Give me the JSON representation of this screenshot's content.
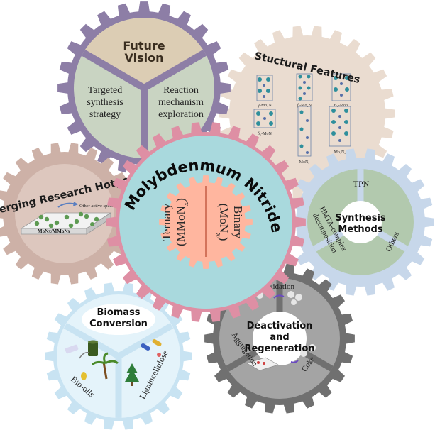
{
  "center": {
    "title": "Molybdenmum Nitrides",
    "ternary": "Ternary",
    "ternary_formula": "(MMoN",
    "binary": "Binary",
    "binary_formula": "(MoN",
    "subscript": "x",
    "close_paren": ")"
  },
  "future_vision": {
    "title_line1": "Future",
    "title_line2": "Vision",
    "left_lines": [
      "Targeted",
      "synthesis",
      "strategy"
    ],
    "right_lines": [
      "Reaction",
      "mechanism",
      "exploration"
    ]
  },
  "structural_features": {
    "title": "Stuctural Features",
    "phases": [
      "γ-Mo₂N",
      "β-Mo₂N",
      "B₁-MoN",
      "δ₁-MoN",
      "MoN₂",
      "Mo₅N₆"
    ]
  },
  "synthesis_methods": {
    "title_line1": "Synthesis",
    "title_line2": "Methods",
    "tpn": "TPN",
    "hmta_line1": "HMTA-complex",
    "hmta_line2": "decomposition",
    "others": "Others"
  },
  "deactivation": {
    "title_line1": "Deactivation",
    "title_line2": "and",
    "title_line3": "Regeneration",
    "oxidation": "Oxidation",
    "aggregation": "Aggregation",
    "coke": "Coke"
  },
  "biomass": {
    "title_line1": "Biomass",
    "title_line2": "Conversion",
    "biooils": "Bio-oils",
    "lignocellulose": "Lignincellulose"
  },
  "emerging": {
    "title": "Emerging Research Hotpots",
    "other_species": "Other active species",
    "substrate": "MoNx/MMoNx"
  },
  "colors": {
    "future_gear": "#8d7ea6",
    "future_fill": "#c9d4c2",
    "structural_gear": "#eadcd0",
    "synthesis_gear": "#c7d7ea",
    "synthesis_fill": "#b2c9ae",
    "deactivation_gear": "#707070",
    "deactivation_fill": "#a4a4a4",
    "biomass_gear": "#c8e3f2",
    "emerging_gear": "#cdb1a7",
    "center_gear": "#de8fa4",
    "center_fill": "#a9d9dd",
    "inner_gear": "#ffb69f"
  }
}
